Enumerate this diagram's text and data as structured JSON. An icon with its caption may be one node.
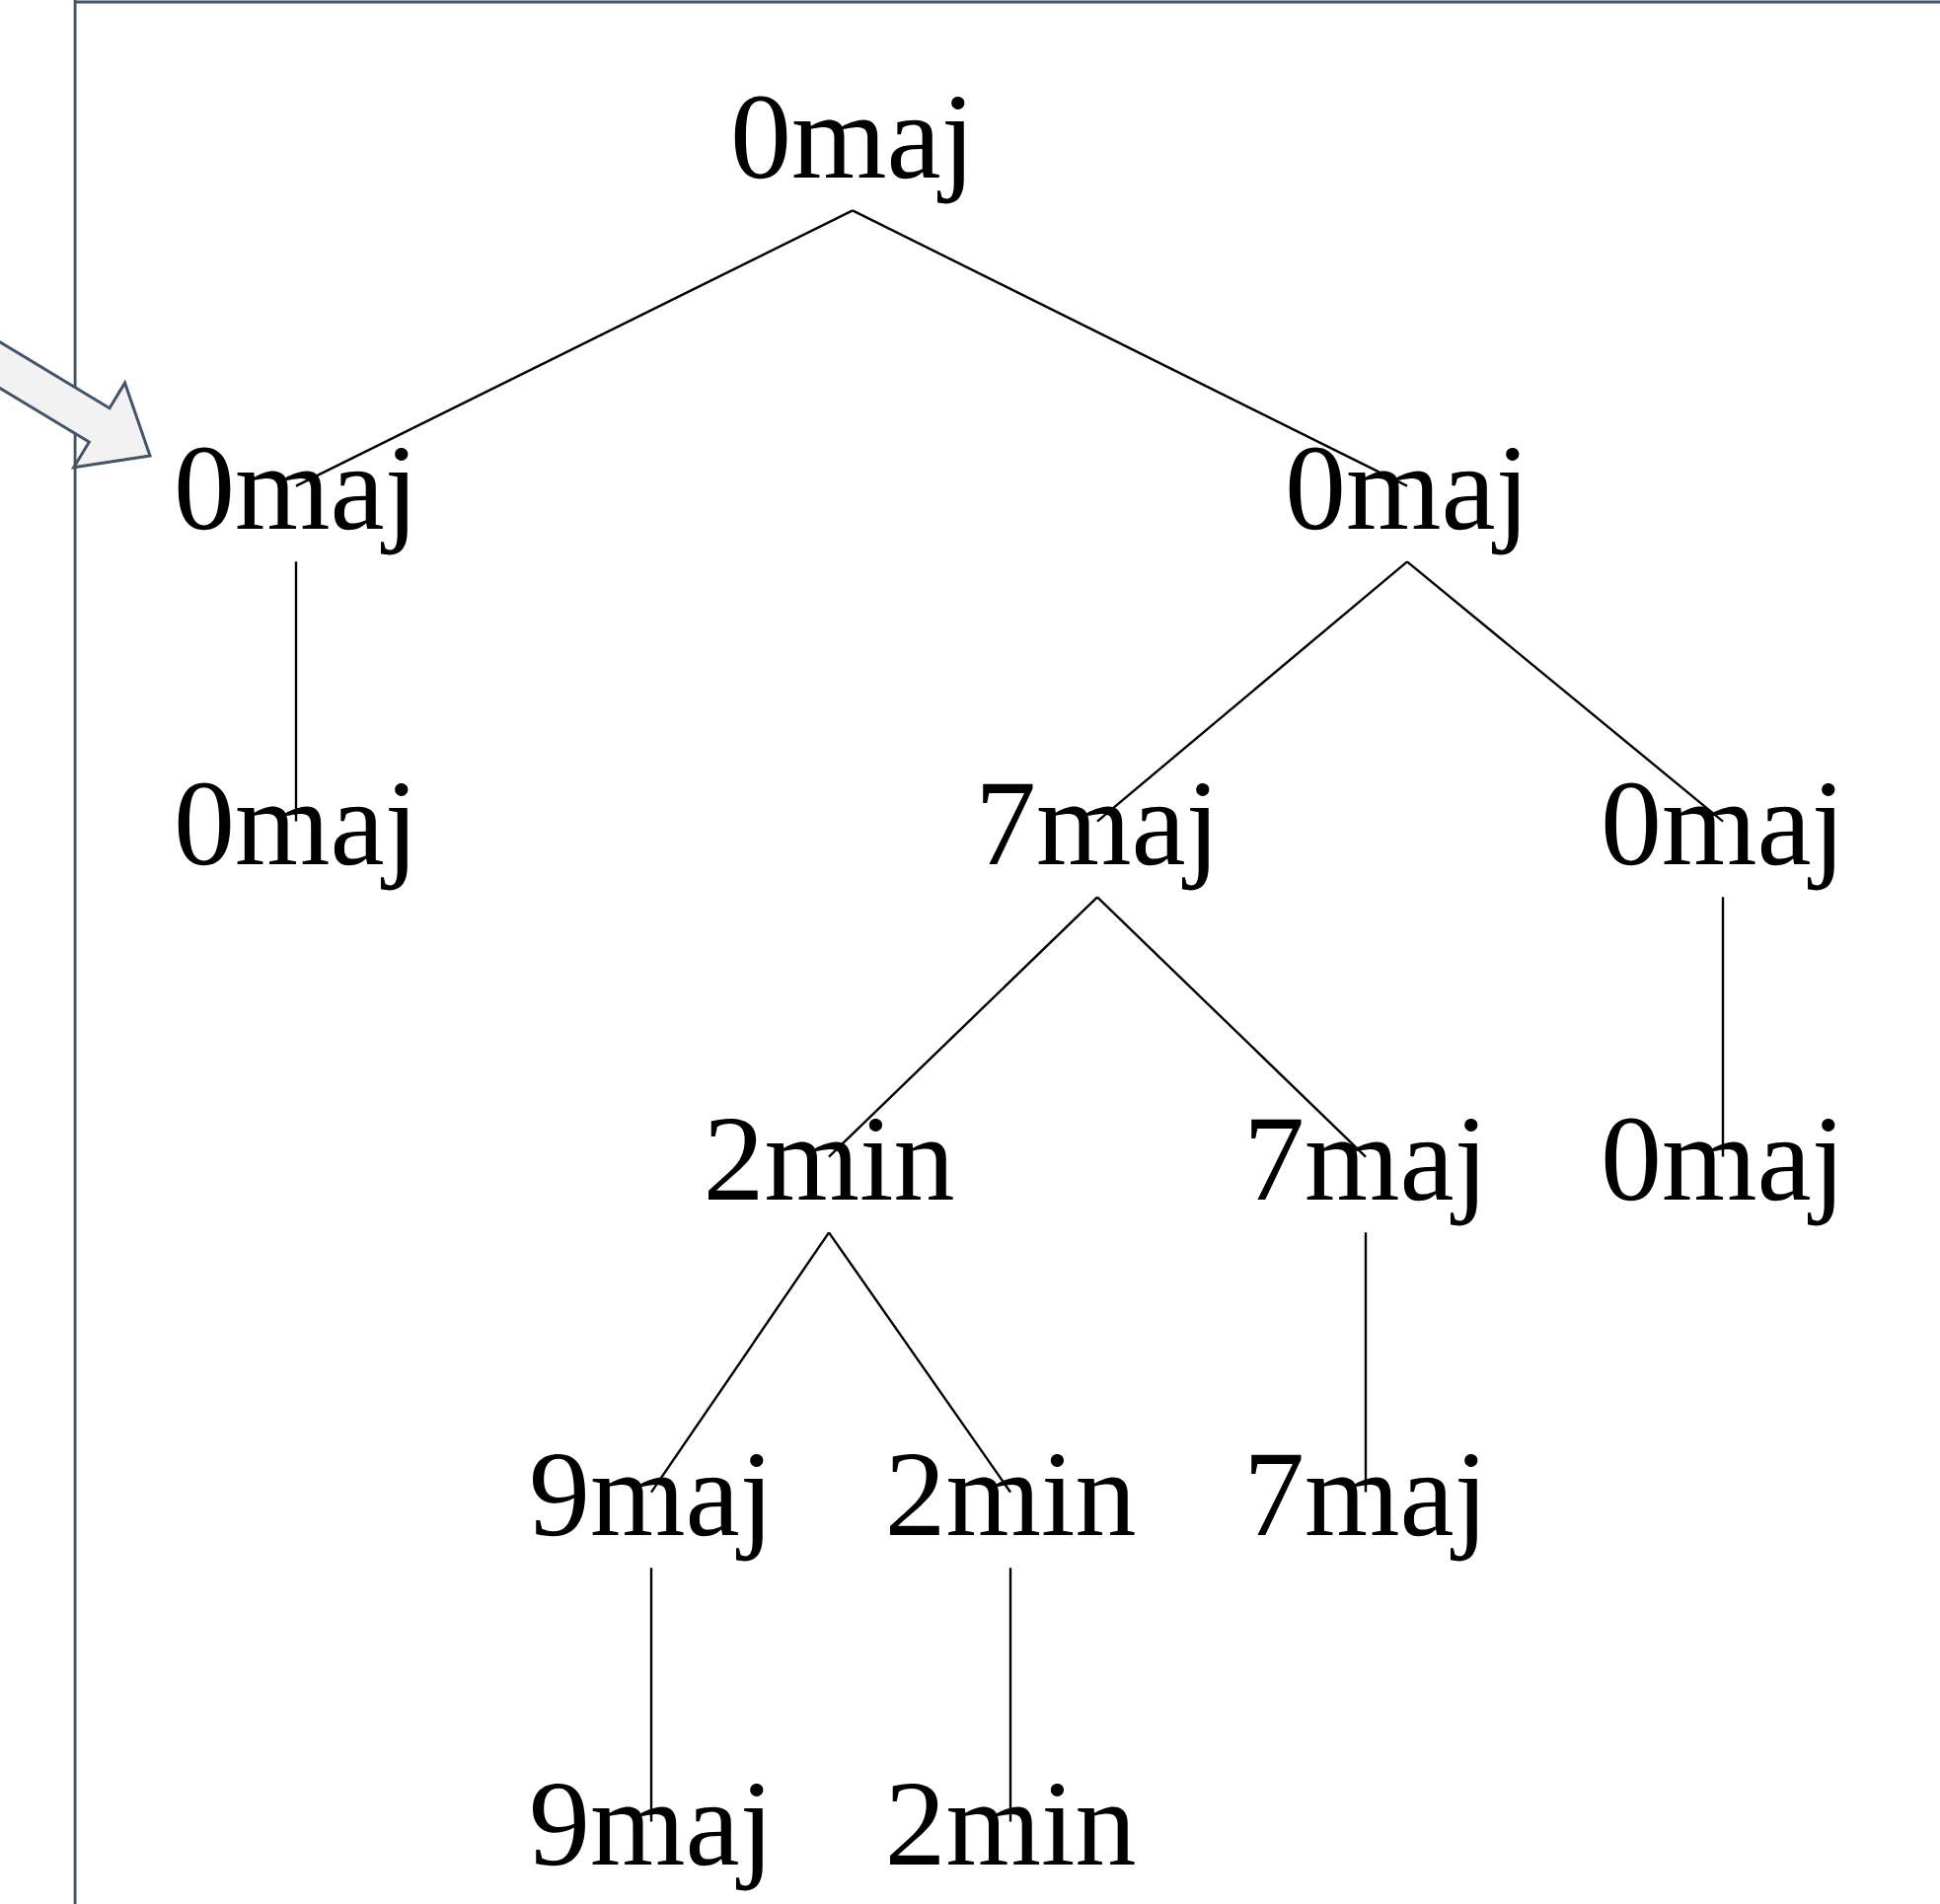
{
  "diagram": {
    "nodes": [
      {
        "text": [
          "0maj"
        ]
      },
      {
        "text": [
          "0maj"
        ]
      },
      {
        "text": [
          "0maj"
        ]
      },
      {
        "text": [
          "0maj"
        ]
      },
      {
        "text": [
          "7maj"
        ]
      },
      {
        "text": [
          "0maj"
        ]
      },
      {
        "text": [
          "2min"
        ]
      },
      {
        "text": [
          "7maj"
        ]
      },
      {
        "text": [
          "0maj"
        ]
      },
      {
        "text": [
          "9maj"
        ]
      },
      {
        "text": [
          "2min"
        ]
      },
      {
        "text": [
          "7maj"
        ]
      },
      {
        "text": [
          "9maj"
        ]
      },
      {
        "text": [
          "2min"
        ]
      }
    ],
    "edges": [
      {
        "from": null,
        "to": 1,
        "arrow": "to",
        "style": "thick",
        "color": "#44546a"
      },
      {
        "from": 0,
        "to": 1,
        "arrow": "none"
      },
      {
        "from": 0,
        "to": 2,
        "arrow": "none"
      },
      {
        "from": 1,
        "to": 3,
        "arrow": "none"
      },
      {
        "from": 2,
        "to": 4,
        "arrow": "none"
      },
      {
        "from": 2,
        "to": 5,
        "arrow": "none"
      },
      {
        "from": 4,
        "to": 6,
        "arrow": "none"
      },
      {
        "from": 4,
        "to": 7,
        "arrow": "none"
      },
      {
        "from": 5,
        "to": 8,
        "arrow": "none"
      },
      {
        "from": 6,
        "to": 9,
        "arrow": "none"
      },
      {
        "from": 6,
        "to": 10,
        "arrow": "none"
      },
      {
        "from": 7,
        "to": 11,
        "arrow": "none"
      },
      {
        "from": 9,
        "to": 12,
        "arrow": "none"
      },
      {
        "from": 10,
        "to": 13,
        "arrow": "none"
      }
    ]
  }
}
